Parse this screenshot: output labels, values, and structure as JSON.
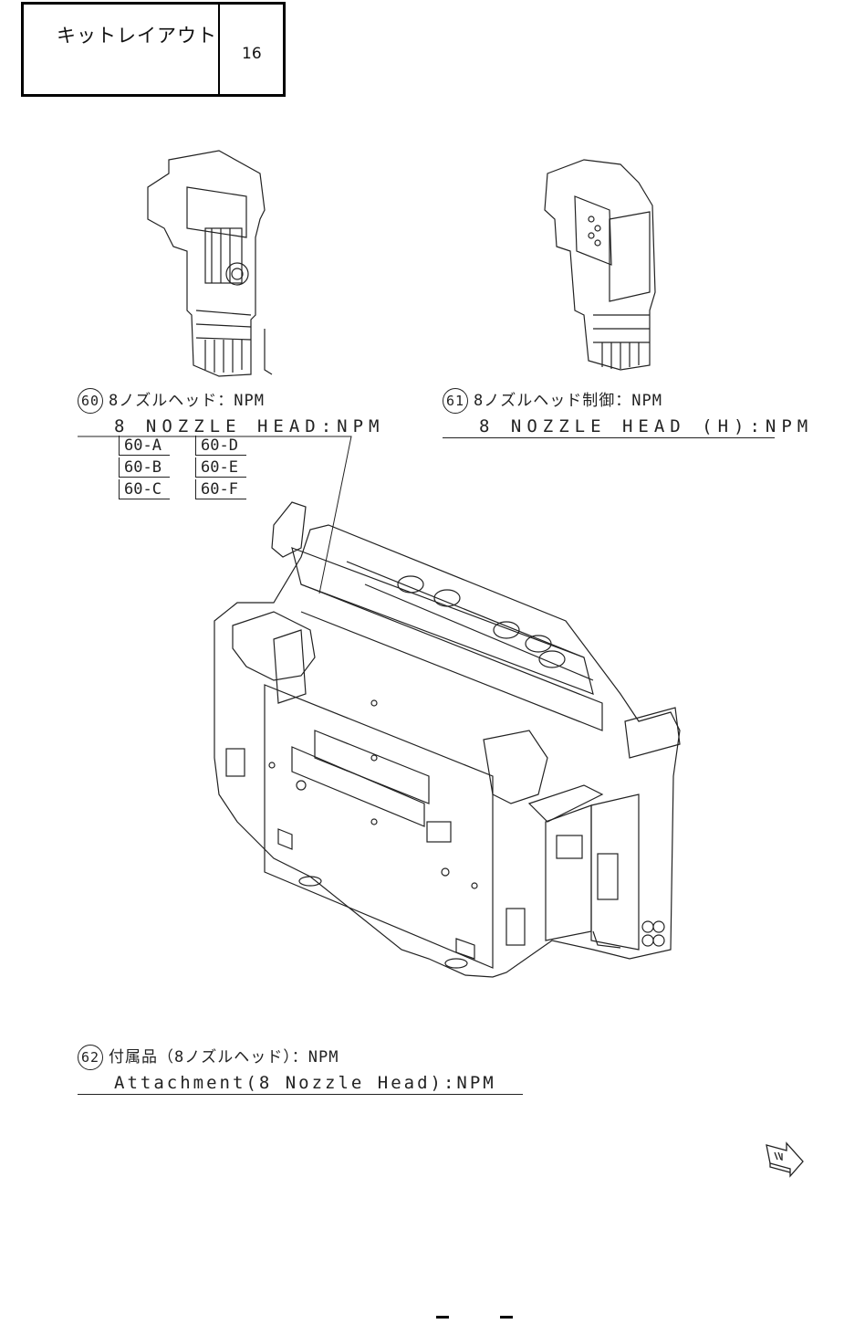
{
  "header": {
    "title": "キットレイアウト",
    "page_number": "16"
  },
  "callouts": [
    {
      "number": "60",
      "jp": "8ノズルヘッド：NPM",
      "en": "8 NOZZLE HEAD:NPM"
    },
    {
      "number": "61",
      "jp": "8ノズルヘッド制御：NPM",
      "en": "8 NOZZLE HEAD (H):NPM"
    },
    {
      "number": "62",
      "jp": "付属品（8ノズルヘッド）：NPM",
      "en": "Attachment(8 Nozzle Head):NPM"
    }
  ],
  "variants": [
    "60-A",
    "60-D",
    "60-B",
    "60-E",
    "60-C",
    "60-F"
  ],
  "icons": {
    "forward": "forward-arrow-icon"
  }
}
